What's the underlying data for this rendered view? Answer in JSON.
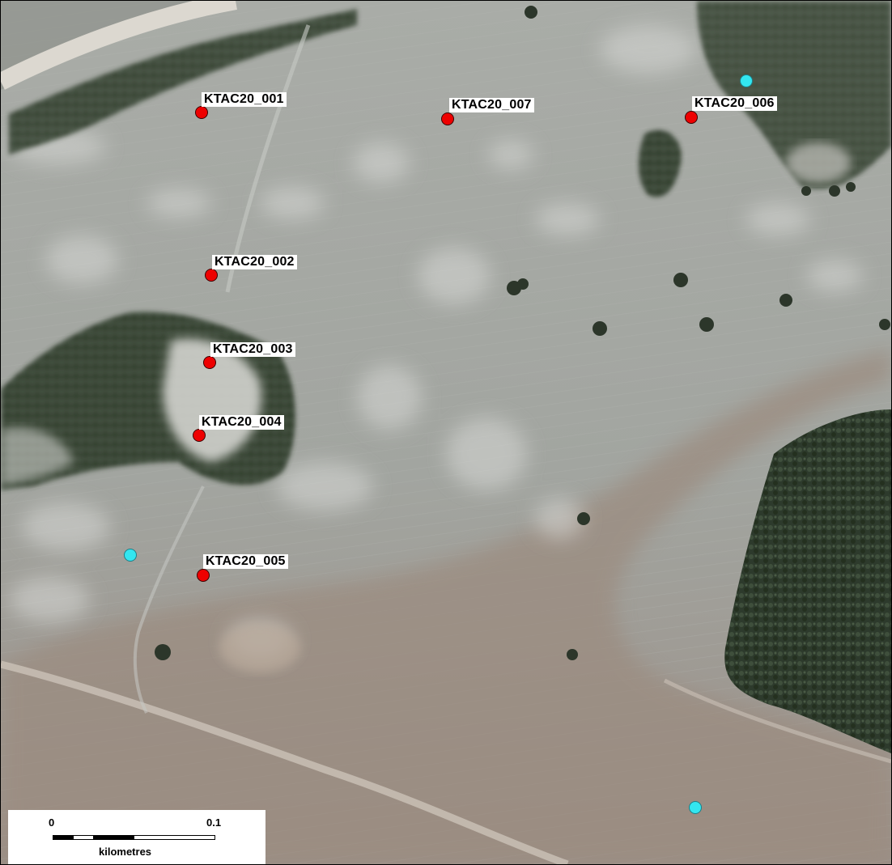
{
  "sites": [
    {
      "label": "KTAC20_001",
      "type": "site",
      "color": "#ee0000"
    },
    {
      "label": "KTAC20_002",
      "type": "site",
      "color": "#ee0000"
    },
    {
      "label": "KTAC20_003",
      "type": "site",
      "color": "#ee0000"
    },
    {
      "label": "KTAC20_004",
      "type": "site",
      "color": "#ee0000"
    },
    {
      "label": "KTAC20_005",
      "type": "site",
      "color": "#ee0000"
    },
    {
      "label": "KTAC20_006",
      "type": "site",
      "color": "#ee0000"
    },
    {
      "label": "KTAC20_007",
      "type": "site",
      "color": "#ee0000"
    }
  ],
  "reference_points": [
    {
      "color": "#33e6f0"
    },
    {
      "color": "#33e6f0"
    },
    {
      "color": "#33e6f0"
    }
  ],
  "scale_bar": {
    "start_label": "0",
    "end_label": "0.1",
    "unit": "kilometres"
  },
  "basemap": {
    "kind": "satellite imagery",
    "colors": {
      "field": "#a6a9a2",
      "bush": "#2e3a2c",
      "soil": "#9c8d80",
      "road": "#ddd8cf"
    }
  }
}
